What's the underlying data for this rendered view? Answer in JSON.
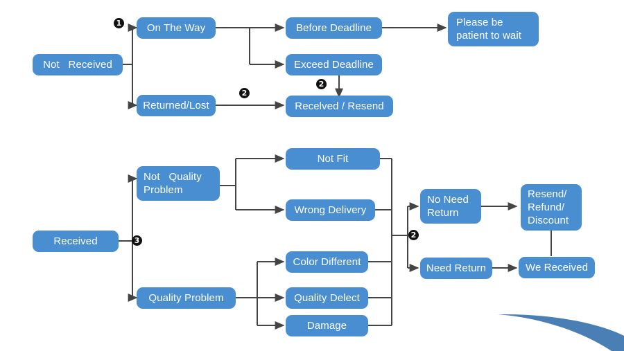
{
  "diagram": {
    "title": "Order Delivery Issue Resolution Flowchart",
    "background_color": "#ffffff",
    "node_color": "#4a8ed2",
    "node_text_color": "#ffffff",
    "edge_color": "#444444",
    "marker_color": "#111111"
  },
  "nodes": {
    "not_received": "Not   Received",
    "on_the_way": "On The Way",
    "returned_lost": "Returned/Lost",
    "before_deadline": "Before Deadline",
    "exceed_deadline": "Exceed Deadline",
    "recelved_resend": "Recelved / Resend",
    "please_be_patient": "Please be\npatient to wait",
    "received": "Received",
    "not_quality_problem": "Not   Quality\nProblem",
    "quality_problem": "Quality Problem",
    "not_fit": "Not Fit",
    "wrong_delivery": "Wrong Delivery",
    "color_different": "Color Different",
    "quality_delect": "Quality Delect",
    "damage": "Damage",
    "no_need_return": "No Need\nReturn",
    "need_return": "Need Return",
    "resend_refund_discount": "Resend/\nRefund/\nDiscount",
    "we_received": "We Received"
  },
  "markers": {
    "m1": "1",
    "m2a": "2",
    "m2b": "2",
    "m3": "3",
    "m2c": "2"
  },
  "chart_data": {
    "type": "flowchart",
    "branches": [
      {
        "root": "Not   Received",
        "marker": "1",
        "children": [
          {
            "label": "On The Way",
            "children": [
              {
                "label": "Before Deadline",
                "children": [
                  {
                    "label": "Please be patient to wait"
                  }
                ]
              },
              {
                "label": "Exceed Deadline",
                "children": [
                  {
                    "label": "Recelved / Resend",
                    "marker": "2"
                  }
                ]
              }
            ]
          },
          {
            "label": "Returned/Lost",
            "marker": "2",
            "children": [
              {
                "label": "Recelved / Resend"
              }
            ]
          }
        ]
      },
      {
        "root": "Received",
        "marker": "3",
        "children": [
          {
            "label": "Not   Quality Problem",
            "children": [
              {
                "label": "Not Fit"
              },
              {
                "label": "Wrong Delivery"
              }
            ]
          },
          {
            "label": "Quality Problem",
            "children": [
              {
                "label": "Color Different"
              },
              {
                "label": "Quality Delect"
              },
              {
                "label": "Damage"
              }
            ]
          }
        ],
        "merge": {
          "marker": "2",
          "outcomes": [
            {
              "label": "No Need Return",
              "next": "Resend/Refund/Discount"
            },
            {
              "label": "Need Return",
              "next": "We Received",
              "then": "Resend/Refund/Discount"
            }
          ]
        }
      }
    ]
  }
}
